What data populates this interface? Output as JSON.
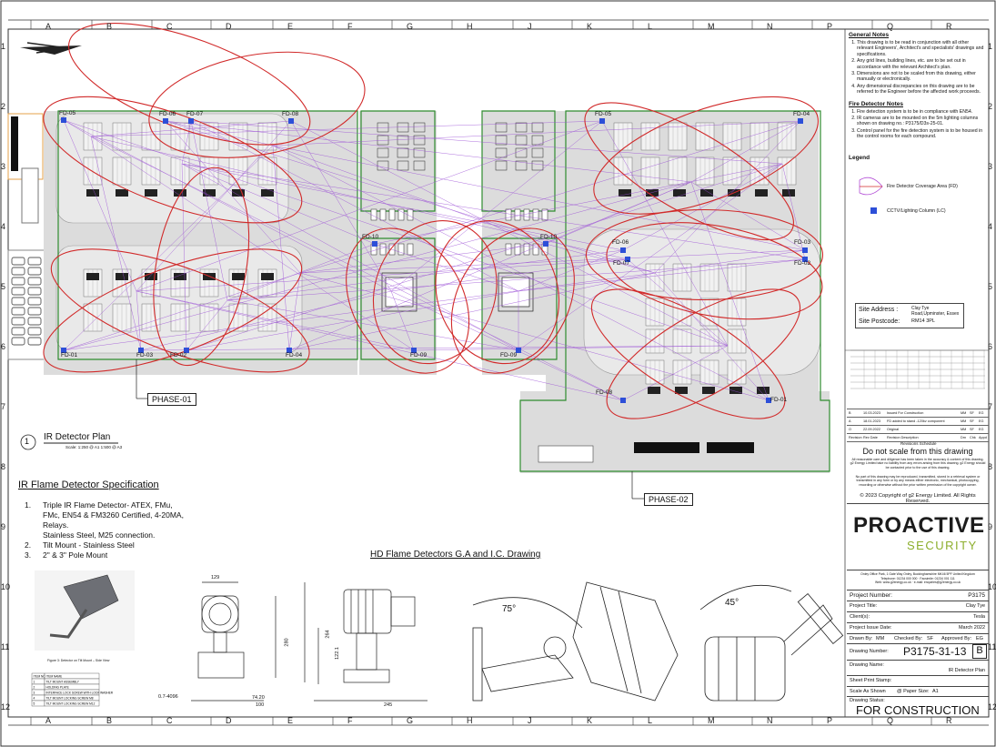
{
  "grid": {
    "columns": [
      "A",
      "B",
      "C",
      "D",
      "E",
      "F",
      "G",
      "H",
      "J",
      "K",
      "L",
      "M",
      "N",
      "P",
      "Q",
      "R"
    ],
    "rows": [
      "1",
      "2",
      "3",
      "4",
      "5",
      "6",
      "7",
      "8",
      "9",
      "10",
      "11",
      "12"
    ]
  },
  "colors": {
    "coverage": "#d12a2a",
    "cable": "#9b4fd6",
    "boundary": "#2e8b2e",
    "column": "#2d4fd8",
    "phase_box": "#6b8fd0",
    "yard": "#d9d9d9"
  },
  "plan": {
    "detectors": [
      {
        "label": "FD-05"
      },
      {
        "label": "FD-06"
      },
      {
        "label": "FD-07"
      },
      {
        "label": "FD-08"
      },
      {
        "label": "FD-01"
      },
      {
        "label": "FD-02"
      },
      {
        "label": "FD-03"
      },
      {
        "label": "FD-04"
      },
      {
        "label": "FD-10"
      },
      {
        "label": "FD-09"
      },
      {
        "label": "FD-10"
      },
      {
        "label": "FD-09"
      },
      {
        "label": "FD-05"
      },
      {
        "label": "FD-04"
      },
      {
        "label": "FD-06"
      },
      {
        "label": "FD-07"
      },
      {
        "label": "FD-03"
      },
      {
        "label": "FD-02"
      },
      {
        "label": "FD-08"
      },
      {
        "label": "FD-01"
      }
    ],
    "phase1_label": "PHASE-01",
    "phase2_label": "PHASE-02",
    "plan_number": "1",
    "plan_title": "IR Detector Plan",
    "plan_scale": "Scale: 1:250 @ A1 1:500 @ A3"
  },
  "spec": {
    "title": "IR Flame Detector Specification",
    "items": [
      {
        "num": "1.",
        "lines": [
          "Triple IR Flame Detector- ATEX, FMu,",
          "FMc, EN54 & FM3260 Certified, 4-20MA,",
          "Relays.",
          "Stainless Steel, M25 connection."
        ]
      },
      {
        "num": "2.",
        "lines": [
          "Tilt Mount - Stainless Steel"
        ]
      },
      {
        "num": "3.",
        "lines": [
          "2\" & 3\" Pole Mount"
        ]
      }
    ],
    "drawing_title": "HD Flame Detectors G.A and I.C. Drawing",
    "figure_caption": "Figure 3: Detector on Tilt Mount – Side View",
    "parts_header": [
      "ITEM NO.",
      "ITEM NAME"
    ],
    "parts": [
      [
        "1",
        "TILT MOUNT ASSEMBLY"
      ],
      [
        "2",
        "HOLDING PLATE"
      ],
      [
        "3",
        "INTERFACE LOCK SCREW WITH LOCK WASHER"
      ],
      [
        "4",
        "TILT MOUNT LOCKING SCREW M8"
      ],
      [
        "5",
        "TILT MOUNT LOCKING SCREW M12"
      ]
    ],
    "dims": {
      "top": "129",
      "height1": "280",
      "height2": "264",
      "small": "122.1",
      "w1": "74.20",
      "w2": "100",
      "w3": "245",
      "thread": "0.7-4096",
      "angle1": "75°",
      "angle2": "45°"
    }
  },
  "notes": {
    "general_title": "General Notes",
    "general": [
      "This drawing is to be read in conjunction with all other relevant Engineers', Architect's and specialists' drawings and specifications.",
      "Any grid lines, building lines, etc. are to be set out in accordance with the relevant Architect's plan.",
      "Dimensions are not to be scaled from this drawing, either manually or electronically.",
      "Any dimensional discrepancies on this drawing are to be referred to the Engineer before the affected work proceeds."
    ],
    "fire_title": "Fire Detector Notes",
    "fire": [
      "Fire detection system is to be in compliance with EN54.",
      "IR cameras are to be mounted on the 5m lighting columns shown on drawing no.: P3175/D3s-25-01.",
      "Control panel for the fire detection system is to be housed in the control rooms for each compound."
    ],
    "legend_title": "Legend",
    "legend": [
      {
        "label": "Fire Detector Coverage Area (FD)"
      },
      {
        "label": "CCTV/Lighting Column (LC)"
      }
    ]
  },
  "site": {
    "address_label": "Site Address :",
    "address_lines": [
      "Clay Tye",
      "Road,Upminster, Essex"
    ],
    "postcode_label": "Site Postcode:",
    "postcode": "RM14 3PL"
  },
  "revisions": {
    "rows": [
      [
        "B",
        "10.03.2023",
        "Issued For Construction",
        "MM",
        "SF",
        "EG"
      ],
      [
        "A",
        "18.01.2023",
        "FD added to stand -120kv component",
        "MM",
        "SF",
        "EG"
      ],
      [
        "O",
        "22.09.2022",
        "Original",
        "MM",
        "SF",
        "EG"
      ]
    ],
    "header": [
      "Revision",
      "Rev Date",
      "Revision Description",
      "Drn",
      "Chk",
      "Appd"
    ],
    "schedule_title": "Revisions Schedule"
  },
  "titleblock": {
    "warning": "Do not scale from this drawing",
    "disclaimer1": "All reasonable care and diligence has been taken in the accuracy & content of this drawing. g2 Energy Limited take no liability from any errors arising from this drawing. g2 Energy should be contacted prior to the use of this drawing.",
    "disclaimer2": "No part of this drawing may be reproduced, transmitted, stored in a retrieval system or transmitted in any form or by any means either electronic, mechanical, photocopying, recording or otherwise without the prior written permission of the copyright owner.",
    "copyright": "© 2023 Copyright of g2 Energy Limited. All Rights Reserved.",
    "logo_top": "PROACTIVE",
    "logo_bottom": "SECURITY",
    "office": "Onley Office Park, 1 Gate Way Onley, Buckinghamshire MK46 5PF United Kingdom",
    "contact": "Telephone: 01234 000 000 · Facsimile: 01234 001 111",
    "web": "Web: www.g2energy.co.uk · e-mail: enquiries@g2energy.co.uk",
    "fields": [
      {
        "label": "Project Number:",
        "value": "P3175"
      },
      {
        "label": "Project Title:",
        "value": "Clay Tye"
      },
      {
        "label": "Client(s):",
        "value": "Tesla"
      },
      {
        "label": "Project Issue Date:",
        "value": "March 2022"
      }
    ],
    "drawn_by_label": "Drawn By:",
    "drawn_by": "MM",
    "checked_by_label": "Checked By:",
    "checked_by": "SF",
    "approved_by_label": "Approved By:",
    "approved_by": "EG",
    "drawing_number_label": "Drawing Number:",
    "drawing_number": "P3175-31-13",
    "revision": "B",
    "drawing_name_label": "Drawing Name:",
    "drawing_name": "IR Detector Plan",
    "sheet_stamp_label": "Sheet Print Stamp:",
    "scale_label": "Scale As Shown",
    "paper_label": "@ Paper Size:",
    "paper": "A1",
    "status_label": "Drawing Status:",
    "status": "FOR CONSTRUCTION"
  }
}
